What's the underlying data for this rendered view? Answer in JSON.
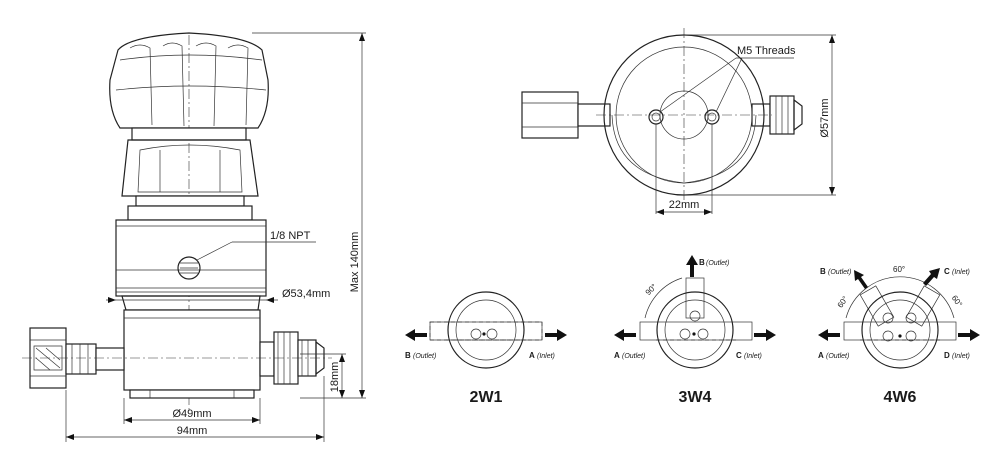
{
  "front_view": {
    "dim_height": "Max 140mm",
    "dim_port": "1/8 NPT",
    "dim_body_dia": "Ø53,4mm",
    "dim_base_dia": "Ø49mm",
    "dim_width": "94mm",
    "dim_base_height": "18mm"
  },
  "top_view": {
    "threads_label": "M5 Threads",
    "dim_dia": "Ø57mm",
    "dim_spacing": "22mm"
  },
  "configs": [
    {
      "code": "2W1",
      "ports": [
        {
          "letter": "B",
          "role": "(Outlet)"
        },
        {
          "letter": "A",
          "role": "(Inlet)"
        }
      ]
    },
    {
      "code": "3W4",
      "angle": "90°",
      "ports": [
        {
          "letter": "B",
          "role": "(Outlet)"
        },
        {
          "letter": "A",
          "role": "(Outlet)"
        },
        {
          "letter": "C",
          "role": "(Inlet)"
        }
      ]
    },
    {
      "code": "4W6",
      "angles": [
        "60°",
        "60°",
        "60°"
      ],
      "ports": [
        {
          "letter": "B",
          "role": "(Outlet)"
        },
        {
          "letter": "C",
          "role": "(Inlet)"
        },
        {
          "letter": "A",
          "role": "(Outlet)"
        },
        {
          "letter": "D",
          "role": "(Inlet)"
        }
      ]
    }
  ]
}
